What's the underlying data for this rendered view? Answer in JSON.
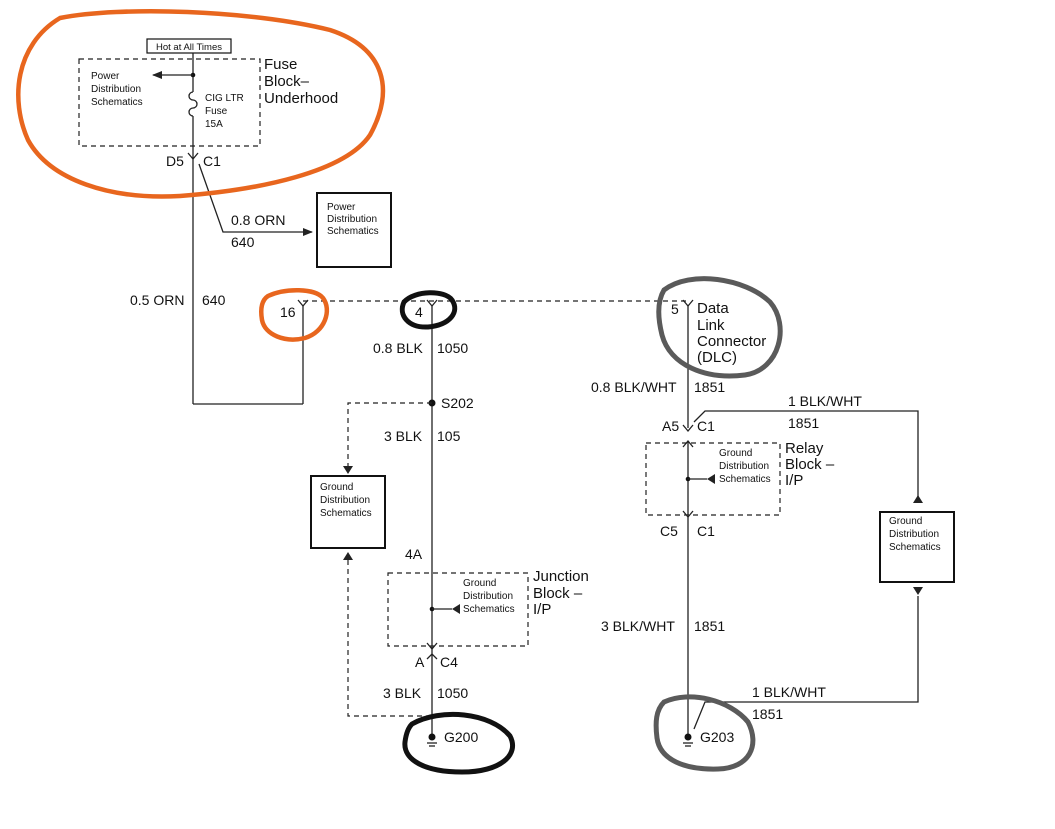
{
  "colors": {
    "orange_markup": "#e8661e",
    "black_markup": "#111111",
    "gray_markup": "#5a5a5a"
  },
  "fuse_block": {
    "hot_label": "Hot at All Times",
    "power_dist": [
      "Power",
      "Distribution",
      "Schematics"
    ],
    "fuse": [
      "CIG LTR",
      "Fuse",
      "15A"
    ],
    "title": [
      "Fuse",
      "Block–",
      "Underhood"
    ],
    "pin": "D5",
    "connector": "C1"
  },
  "power_dist_box": [
    "Power",
    "Distribution",
    "Schematics"
  ],
  "wires": {
    "w640_branch_gauge": "0.8 ORN",
    "w640_branch_circuit": "640",
    "w640_gauge": "0.5 ORN",
    "w640_circuit": "640",
    "w1050_top_gauge": "0.8 BLK",
    "w1050_top_circuit": "1050",
    "w105_gauge": "3 BLK",
    "w105_circuit": "105",
    "w1050_bot_gauge": "3 BLK",
    "w1050_bot_circuit": "1050",
    "w1851_a_gauge": "0.8 BLK/WHT",
    "w1851_a_circuit": "1851",
    "w1851_b_gauge": "1 BLK/WHT",
    "w1851_b_circuit": "1851",
    "w1851_c_gauge": "3 BLK/WHT",
    "w1851_c_circuit": "1851",
    "w1851_d_gauge": "1 BLK/WHT",
    "w1851_d_circuit": "1851"
  },
  "dlc": {
    "pin16": "16",
    "pin4": "4",
    "pin5": "5",
    "title": [
      "Data",
      "Link",
      "Connector",
      "(DLC)"
    ]
  },
  "splice": "S202",
  "ground_dist_left": [
    "Ground",
    "Distribution",
    "Schematics"
  ],
  "junction_block": {
    "pin_in": "4A",
    "ground_dist": [
      "Ground",
      "Distribution",
      "Schematics"
    ],
    "title": [
      "Junction",
      "Block –",
      "I/P"
    ],
    "pin_out": "A",
    "connector_out": "C4"
  },
  "relay_block": {
    "pin_in": "A5",
    "connector_in": "C1",
    "ground_dist": [
      "Ground",
      "Distribution",
      "Schematics"
    ],
    "title": [
      "Relay",
      "Block –",
      "I/P"
    ],
    "pin_out": "C5",
    "connector_out": "C1"
  },
  "ground_dist_right": [
    "Ground",
    "Distribution",
    "Schematics"
  ],
  "grounds": {
    "g200": "G200",
    "g203": "G203"
  }
}
